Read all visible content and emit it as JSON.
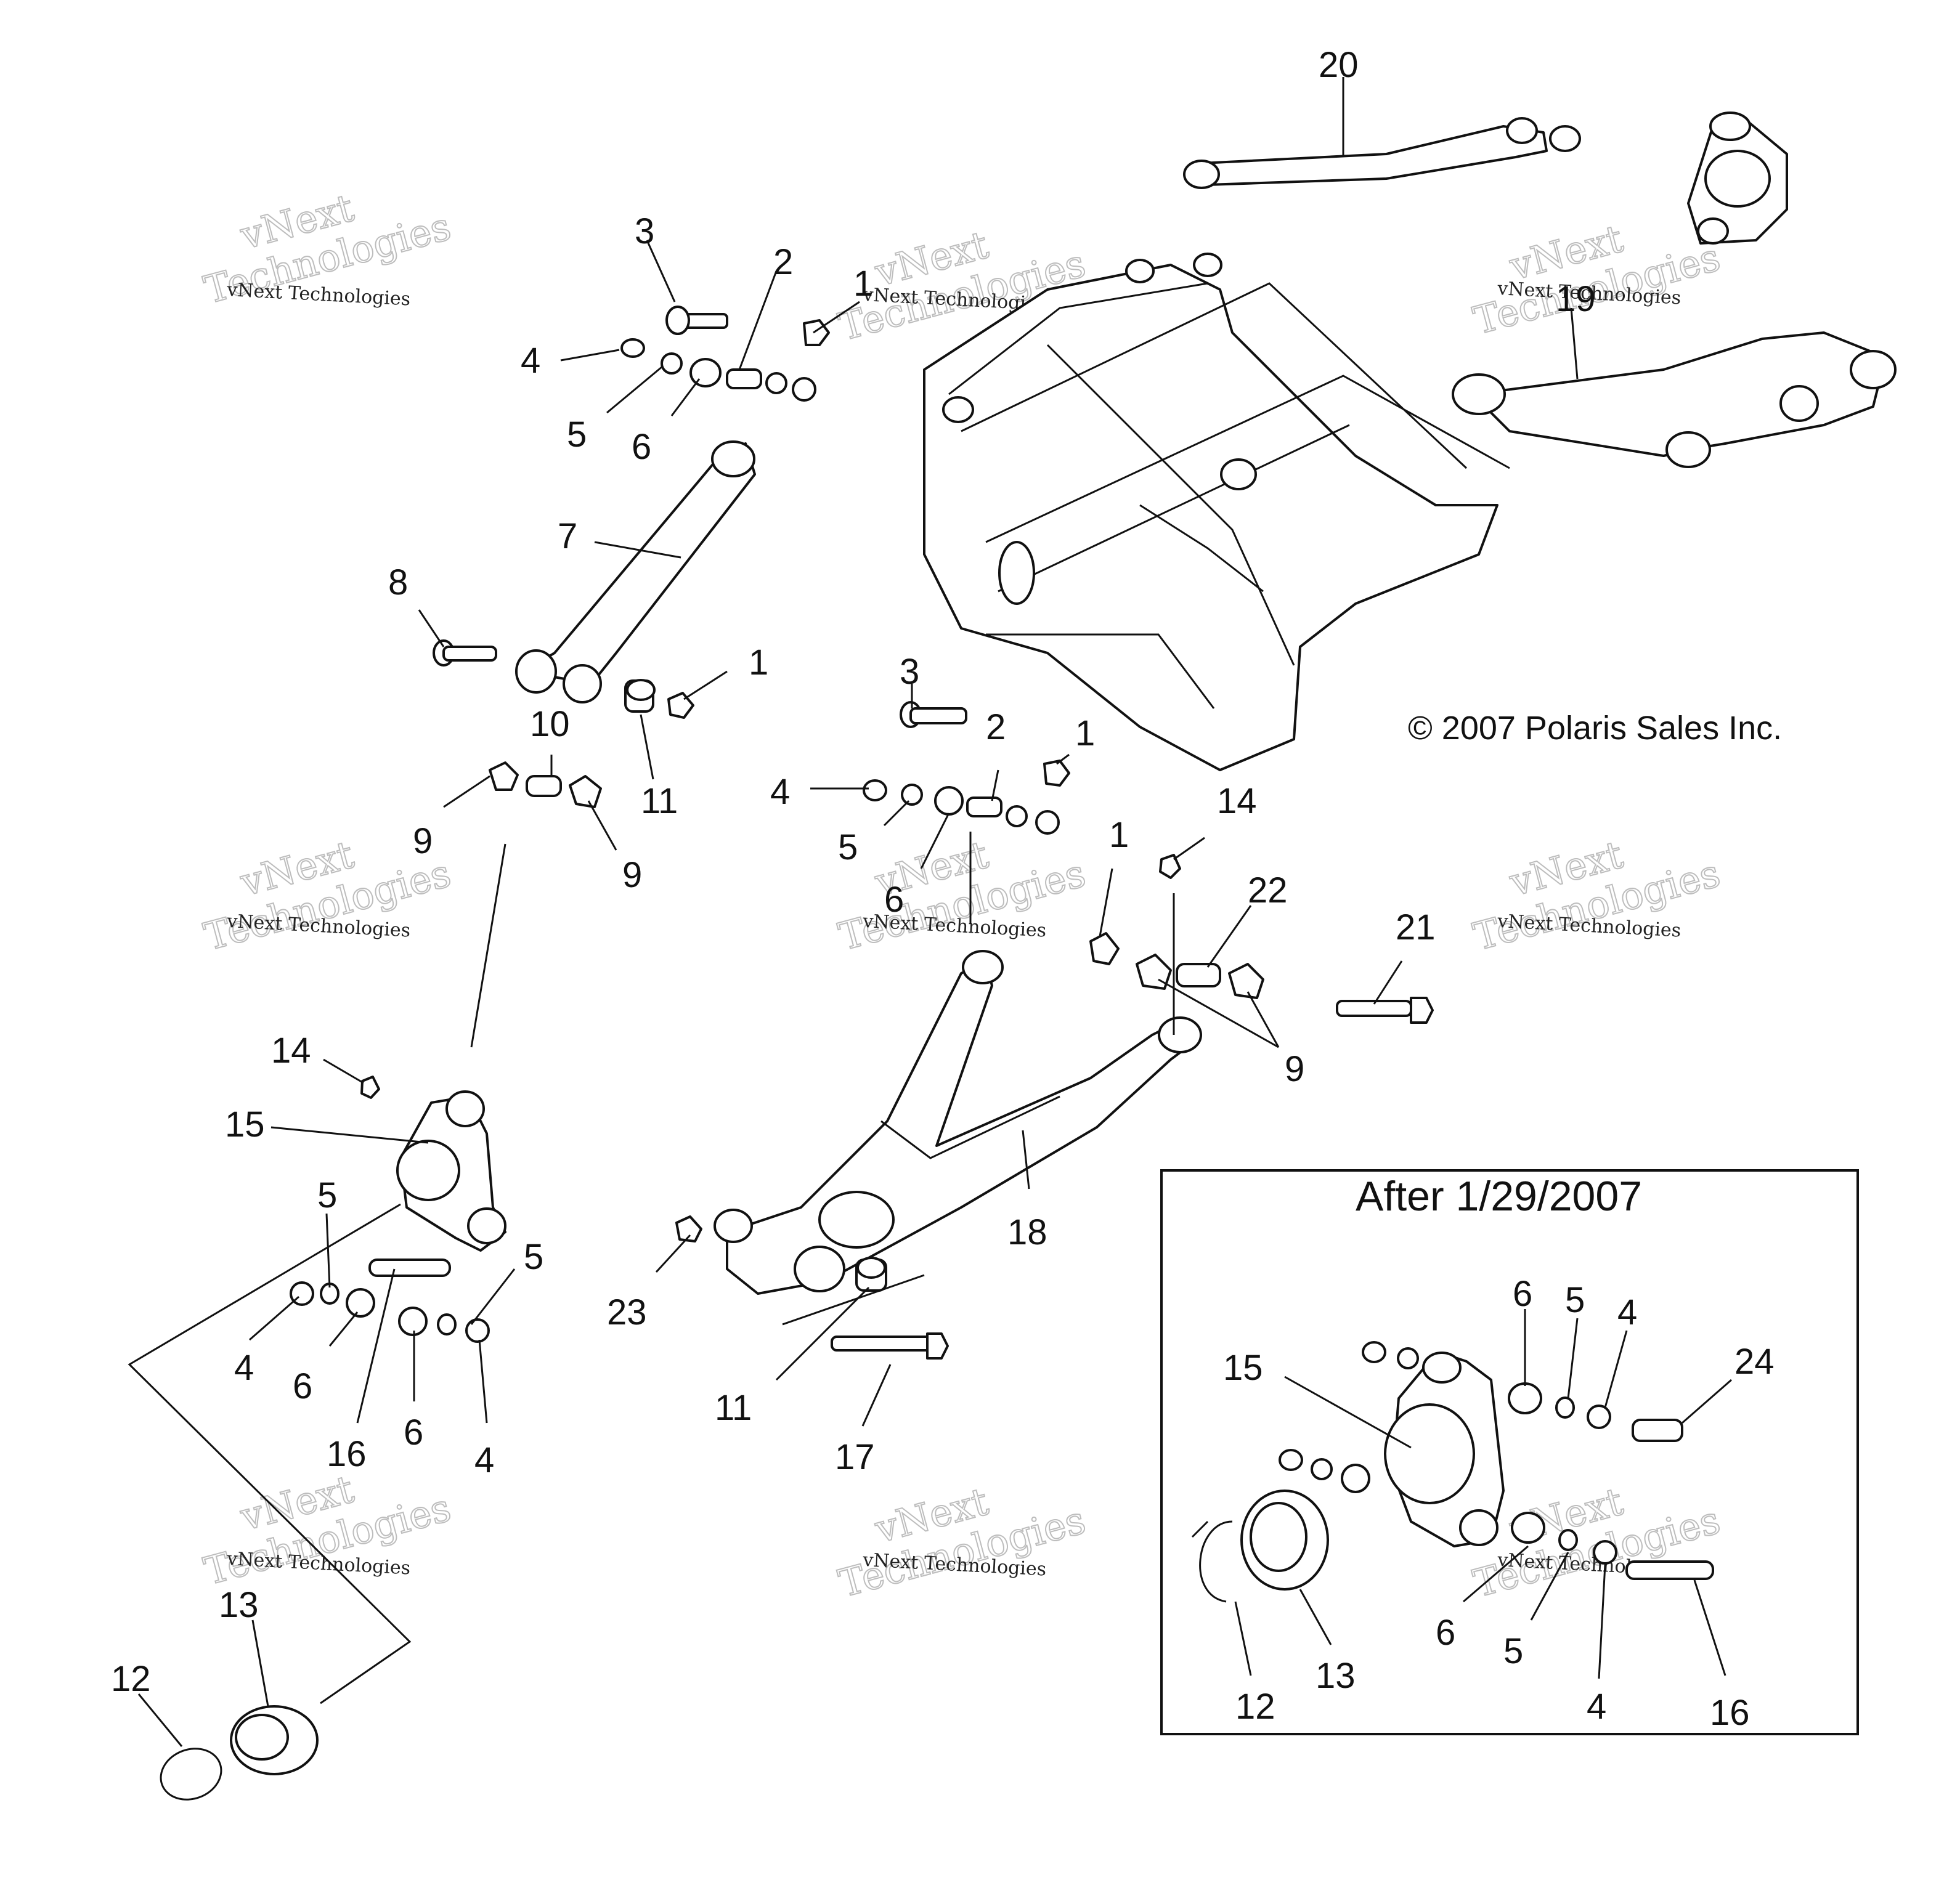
{
  "copyright": "© 2007 Polaris Sales Inc.",
  "inset": {
    "title": "After 1/29/2007"
  },
  "watermark": {
    "small": "vNext Technologies",
    "line1": "vNext",
    "line2": "Technologies"
  },
  "callouts": [
    {
      "id": "c20",
      "text": "20"
    },
    {
      "id": "c3a",
      "text": "3"
    },
    {
      "id": "c2a",
      "text": "2"
    },
    {
      "id": "c1a",
      "text": "1"
    },
    {
      "id": "c19",
      "text": "19"
    },
    {
      "id": "c4a",
      "text": "4"
    },
    {
      "id": "c5a",
      "text": "5"
    },
    {
      "id": "c6a",
      "text": "6"
    },
    {
      "id": "c7",
      "text": "7"
    },
    {
      "id": "c8",
      "text": "8"
    },
    {
      "id": "c1b",
      "text": "1"
    },
    {
      "id": "c3b",
      "text": "3"
    },
    {
      "id": "c10",
      "text": "10"
    },
    {
      "id": "c2b",
      "text": "2"
    },
    {
      "id": "c1c",
      "text": "1"
    },
    {
      "id": "c11a",
      "text": "11"
    },
    {
      "id": "c4b",
      "text": "4"
    },
    {
      "id": "c9a",
      "text": "9"
    },
    {
      "id": "c9b",
      "text": "9"
    },
    {
      "id": "c5b",
      "text": "5"
    },
    {
      "id": "c1d",
      "text": "1"
    },
    {
      "id": "c14a",
      "text": "14"
    },
    {
      "id": "c6b",
      "text": "6"
    },
    {
      "id": "c22",
      "text": "22"
    },
    {
      "id": "c21",
      "text": "21"
    },
    {
      "id": "c14b",
      "text": "14"
    },
    {
      "id": "c9c",
      "text": "9"
    },
    {
      "id": "c15a",
      "text": "15"
    },
    {
      "id": "c5c",
      "text": "5"
    },
    {
      "id": "c18",
      "text": "18"
    },
    {
      "id": "c5d",
      "text": "5"
    },
    {
      "id": "c23",
      "text": "23"
    },
    {
      "id": "c4c",
      "text": "4"
    },
    {
      "id": "c6c",
      "text": "6"
    },
    {
      "id": "c11b",
      "text": "11"
    },
    {
      "id": "c16a",
      "text": "16"
    },
    {
      "id": "c6d",
      "text": "6"
    },
    {
      "id": "c4d",
      "text": "4"
    },
    {
      "id": "c17",
      "text": "17"
    },
    {
      "id": "c13a",
      "text": "13"
    },
    {
      "id": "c12a",
      "text": "12"
    },
    {
      "id": "c6e",
      "text": "6"
    },
    {
      "id": "c5e",
      "text": "5"
    },
    {
      "id": "c4e",
      "text": "4"
    },
    {
      "id": "c24",
      "text": "24"
    },
    {
      "id": "c15b",
      "text": "15"
    },
    {
      "id": "c6f",
      "text": "6"
    },
    {
      "id": "c5f",
      "text": "5"
    },
    {
      "id": "c12b",
      "text": "12"
    },
    {
      "id": "c13b",
      "text": "13"
    },
    {
      "id": "c4f",
      "text": "4"
    },
    {
      "id": "c16b",
      "text": "16"
    }
  ]
}
